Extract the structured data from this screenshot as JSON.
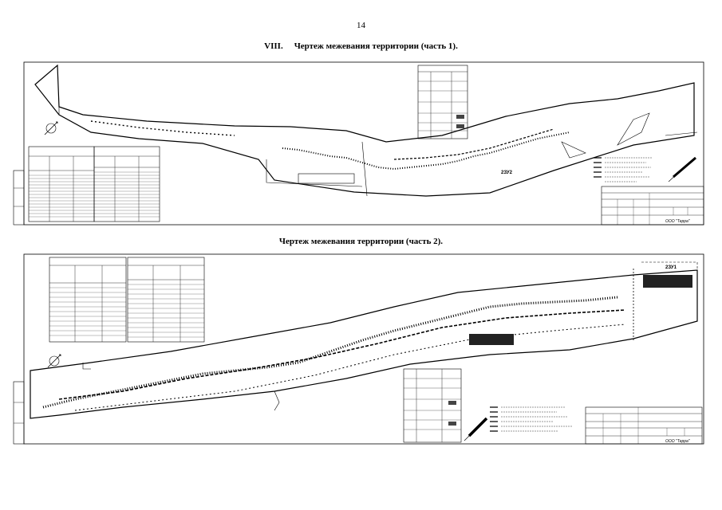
{
  "page": {
    "number": "14",
    "section_roman": "VIII.",
    "heading_part1": "Чертеж межевания территории (часть 1).",
    "heading_part2": "Чертеж межевания территории (часть 2)."
  },
  "sheet1": {
    "company": "ООО \"Терра\"",
    "zone_label": "2ЗУ2"
  },
  "sheet2": {
    "company": "ООО \"Терра\"",
    "zone_label": "2ЗУ1"
  }
}
